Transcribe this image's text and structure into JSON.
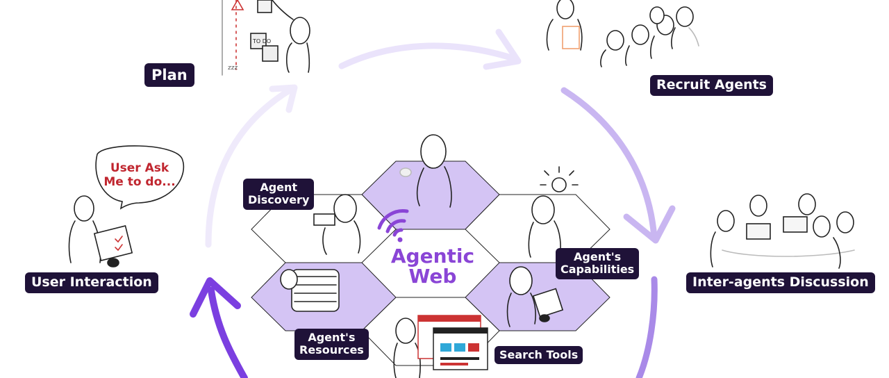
{
  "center": {
    "line1": "Agentic",
    "line2": "Web"
  },
  "cycle_labels": {
    "plan": "Plan",
    "recruit": "Recruit Agents",
    "discussion": "Inter-agents Discussion",
    "user_interaction": "User Interaction"
  },
  "hex_labels": {
    "discovery": {
      "line1": "Agent",
      "line2": "Discovery"
    },
    "capabilities": {
      "line1": "Agent's",
      "line2": "Capabilities"
    },
    "resources": {
      "line1": "Agent's",
      "line2": "Resources"
    },
    "search_tools": "Search Tools"
  },
  "speech_bubble": {
    "line1": "User Ask",
    "line2": "Me to do..."
  },
  "sketch_notes": {
    "todo": "TO DO",
    "zzz": "zzz"
  },
  "colors": {
    "label_bg": "#1f1238",
    "label_text": "#ffffff",
    "accent_purple": "#8a45d6",
    "hex_fill": "#d4c4f4",
    "arrow_light": "#ece6fb",
    "arrow_mid": "#c3aef0",
    "arrow_dark": "#7b3fe0",
    "speech_red": "#c0262f"
  },
  "icons": [
    "wifi-icon",
    "lightbulb-icon",
    "browser-window-icon",
    "warning-icon"
  ]
}
